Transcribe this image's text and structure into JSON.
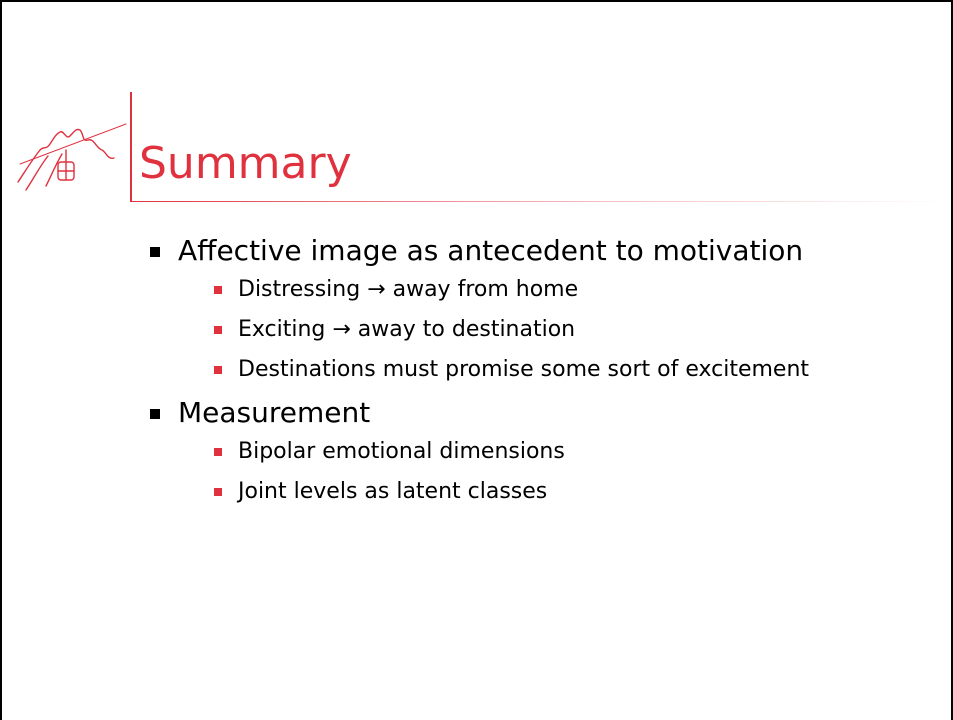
{
  "slide": {
    "title": "Summary",
    "bullets": [
      {
        "text": "Affective image as antecedent to motivation",
        "sub": [
          "Distressing → away from home",
          "Exciting → away to destination",
          "Destinations must promise some sort of excitement"
        ]
      },
      {
        "text": "Measurement",
        "sub": [
          "Bipolar emotional dimensions",
          "Joint levels as latent classes"
        ]
      }
    ]
  },
  "colors": {
    "accent": "#e0313f",
    "text": "#000000",
    "background": "#ffffff"
  },
  "icons": {
    "logo": "mountain-gondola-logo"
  }
}
